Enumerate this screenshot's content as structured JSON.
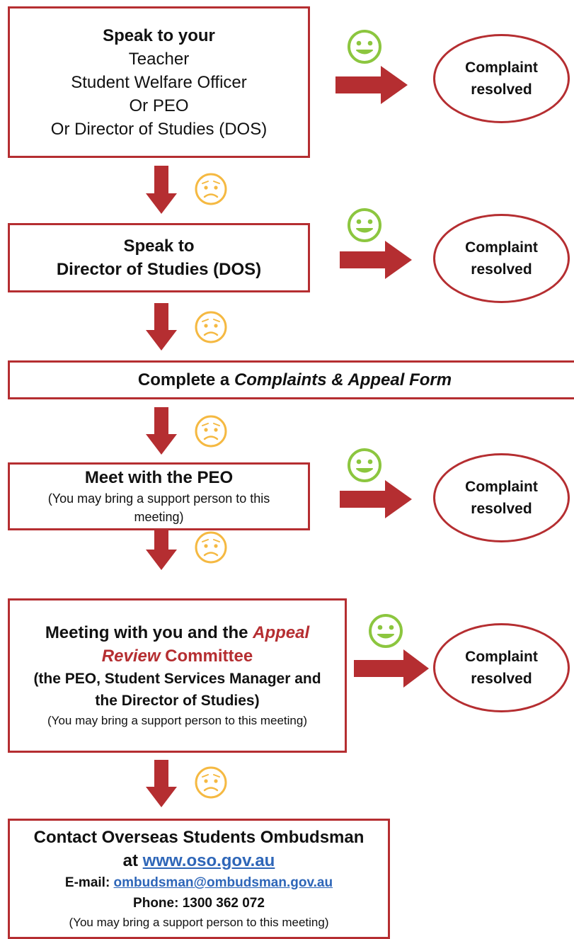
{
  "step1": {
    "heading": "Speak to your",
    "options": [
      "Teacher",
      "Student Welfare Officer",
      "Or PEO",
      "Or Director of Studies (DOS)"
    ]
  },
  "step2": {
    "line1": "Speak to",
    "line2": "Director of Studies (DOS)"
  },
  "step3": {
    "prefix": "Complete a ",
    "form_name": "Complaints & Appeal Form"
  },
  "step4": {
    "heading": "Meet with the PEO",
    "note_line1": "(You may bring a support person to this",
    "note_line2": "meeting)"
  },
  "step5": {
    "heading_prefix": "Meeting with you and the ",
    "heading_emph1": "Appeal",
    "heading_emph2": "Review",
    "heading_suffix": " Committee",
    "members_line1": "(the PEO, Student Services Manager and",
    "members_line2": "the Director of Studies)",
    "note": "(You may bring a support person to this meeting)"
  },
  "step6": {
    "heading": "Contact Overseas Students Ombudsman",
    "at_prefix": "at ",
    "website": "www.oso.gov.au",
    "email_label": "E-mail: ",
    "email": "ombudsman@ombudsman.gov.au",
    "phone": "Phone: 1300 362 072",
    "note": "(You may bring a support person to this meeting)"
  },
  "resolved": {
    "line1": "Complaint",
    "line2": "resolved"
  },
  "icons": {
    "happy": "happy-face-icon",
    "sad": "worried-face-icon"
  },
  "colors": {
    "accent": "#b52e31",
    "happy": "#8cc63f",
    "sad": "#f5b942",
    "link": "#2e66b8"
  }
}
